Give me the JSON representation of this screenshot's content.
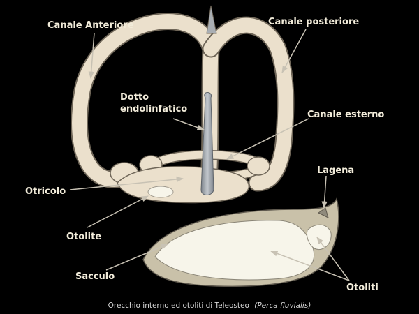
{
  "labels": {
    "canale_anteriore": "Canale Anteriore",
    "canale_posteriore": "Canale posteriore",
    "dotto_line1": "Dotto",
    "dotto_line2": "endolinfatico",
    "canale_esterno": "Canale esterno",
    "lagena": "Lagena",
    "otricolo": "Otricolo",
    "otolite": "Otolite",
    "sacculo": "Sacculo",
    "otoliti": "Otoliti"
  },
  "caption": {
    "main": "Orecchio interno ed otoliti di Teleosteo",
    "species": "(Perca fluvialis)"
  },
  "colors": {
    "background": "#000000",
    "canal": "#ebe0cc",
    "canal_outline": "#6f6658",
    "otolith": "#f7f5ea",
    "sac_tissue": "#c9c1a9",
    "duct": "#9da3aa",
    "label_text": "#f2ecda",
    "leader": "#c8c2b4"
  }
}
